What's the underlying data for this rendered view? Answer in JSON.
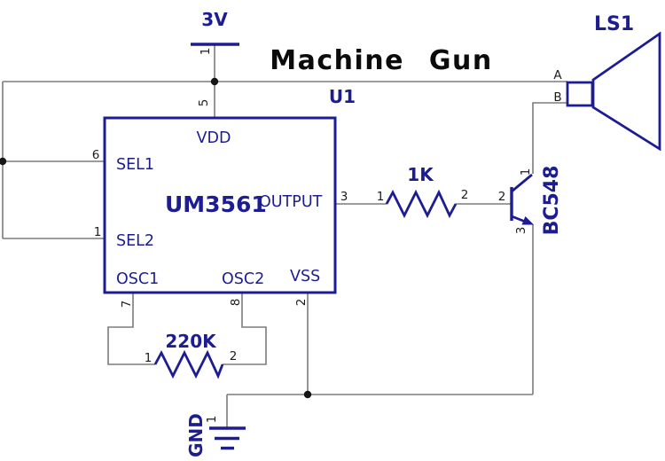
{
  "title": "Machine Gun",
  "colors": {
    "component_blue": "#1d1d93",
    "wire_gray": "#7b7b7b",
    "pin_number_black": "#1c1c1c",
    "title_black": "#0b0b0b",
    "background": "#ffffff"
  },
  "power_supply": {
    "net_label": "3V",
    "pin_number": "1"
  },
  "ic_u1": {
    "reference": "U1",
    "part_number": "UM3561",
    "pins": {
      "vdd": {
        "name": "VDD",
        "number": "5"
      },
      "sel1": {
        "name": "SEL1",
        "number": "6"
      },
      "sel2": {
        "name": "SEL2",
        "number": "1"
      },
      "output": {
        "name": "OUTPUT",
        "number": "3"
      },
      "osc1": {
        "name": "OSC1",
        "number": "7"
      },
      "osc2": {
        "name": "OSC2",
        "number": "8"
      },
      "vss": {
        "name": "VSS",
        "number": "2"
      }
    }
  },
  "resistor_output": {
    "value": "1K",
    "pin_left": "1",
    "pin_right": "2"
  },
  "resistor_oscillator": {
    "value": "220K",
    "pin_left": "1",
    "pin_right": "2"
  },
  "transistor_q1": {
    "part_number": "BC548",
    "pin_collector": "1",
    "pin_base": "2",
    "pin_emitter": "3"
  },
  "speaker_ls1": {
    "reference": "LS1",
    "pin_top": "A",
    "pin_bottom": "B"
  },
  "ground": {
    "net_label": "GND",
    "pin_number": "1"
  }
}
